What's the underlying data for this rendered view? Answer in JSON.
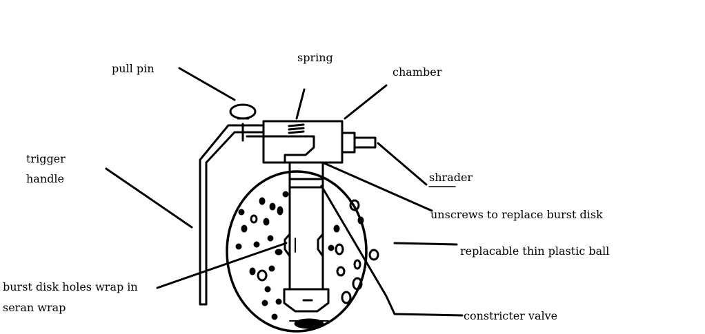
{
  "diagram": {
    "line_color": "#000000",
    "background": "#ffffff",
    "labels": {
      "pull_pin": "pull pin",
      "spring": "spring",
      "chamber": "chamber",
      "trigger_handle_1": "trigger",
      "trigger_handle_2": "handle",
      "shrader": "shrader",
      "unscrews": "unscrews to replace burst disk",
      "ball": "replacable thin plastic ball",
      "burst_disk_1": "burst disk holes wrap in",
      "burst_disk_2": "seran wrap",
      "constricter": "constricter valve"
    }
  }
}
